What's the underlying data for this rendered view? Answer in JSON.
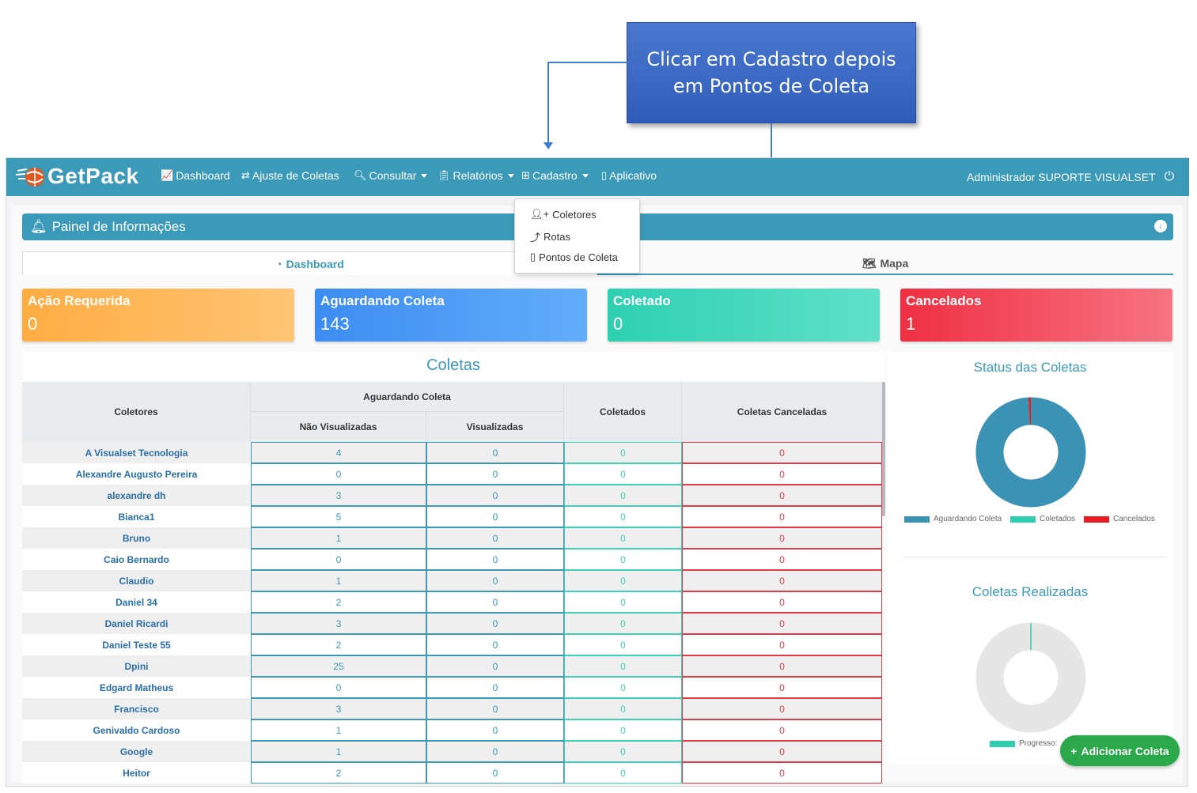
{
  "callout": {
    "text": "Clicar em Cadastro depois em Pontos de Coleta"
  },
  "navbar": {
    "brand": "GetPack",
    "items": [
      {
        "label": "Dashboard",
        "icon": "chart-area-icon"
      },
      {
        "label": "Ajuste de Coletas",
        "icon": "exchange-icon"
      },
      {
        "label": "Consultar",
        "icon": "search-icon"
      },
      {
        "label": "Relatórios",
        "icon": "clipboard-icon"
      },
      {
        "label": "Cadastro",
        "icon": "grid-icon"
      },
      {
        "label": "Aplicativo",
        "icon": "mobile-icon"
      }
    ],
    "user": "Administrador SUPORTE VISUALSET"
  },
  "dropdown": {
    "items": [
      {
        "label": "Coletores",
        "icon": "user-plus-icon"
      },
      {
        "label": "Rotas",
        "icon": "route-icon"
      },
      {
        "label": "Pontos de Coleta",
        "icon": "building-icon"
      }
    ]
  },
  "panel": {
    "title": "Painel de Informações"
  },
  "tabs": {
    "dashboard": "Dashboard",
    "map": "Mapa"
  },
  "cards": [
    {
      "title": "Ação Requerida",
      "value": "0",
      "color": "#ffb24a"
    },
    {
      "title": "Aguardando Coleta",
      "value": "143",
      "color": "#4a98f5"
    },
    {
      "title": "Coletado",
      "value": "0",
      "color": "#3fd6b8"
    },
    {
      "title": "Cancelados",
      "value": "1",
      "color": "#f04a5a"
    }
  ],
  "coletas": {
    "title": "Coletas",
    "headers": {
      "coletores": "Coletores",
      "aguardando": "Aguardando Coleta",
      "nao_visualizadas": "Não Visualizadas",
      "visualizadas": "Visualizadas",
      "coletados": "Coletados",
      "canceladas": "Coletas Canceladas"
    },
    "rows": [
      [
        "A Visualset Tecnologia",
        "4",
        "0",
        "0",
        "0"
      ],
      [
        "Alexandre Augusto Pereira",
        "0",
        "0",
        "0",
        "0"
      ],
      [
        "alexandre dh",
        "3",
        "0",
        "0",
        "0"
      ],
      [
        "Bianca1",
        "5",
        "0",
        "0",
        "0"
      ],
      [
        "Bruno",
        "1",
        "0",
        "0",
        "0"
      ],
      [
        "Caio Bernardo",
        "0",
        "0",
        "0",
        "0"
      ],
      [
        "Claudio",
        "1",
        "0",
        "0",
        "0"
      ],
      [
        "Daniel 34",
        "2",
        "0",
        "0",
        "0"
      ],
      [
        "Daniel Ricardi",
        "3",
        "0",
        "0",
        "0"
      ],
      [
        "Daniel Teste 55",
        "2",
        "0",
        "0",
        "0"
      ],
      [
        "Dpini",
        "25",
        "0",
        "0",
        "0"
      ],
      [
        "Edgard Matheus",
        "0",
        "0",
        "0",
        "0"
      ],
      [
        "Francisco",
        "3",
        "0",
        "0",
        "0"
      ],
      [
        "Genivaldo Cardoso",
        "1",
        "0",
        "0",
        "0"
      ],
      [
        "Google",
        "1",
        "0",
        "0",
        "0"
      ],
      [
        "Heitor",
        "2",
        "0",
        "0",
        "0"
      ]
    ]
  },
  "status_chart": {
    "title": "Status das Coletas",
    "legend": [
      {
        "label": "Aguardando Coleta",
        "color": "#3a92b5"
      },
      {
        "label": "Coletados",
        "color": "#2ecfb0"
      },
      {
        "label": "Cancelados",
        "color": "#e81c24"
      }
    ],
    "values": [
      143,
      0,
      1
    ]
  },
  "realizadas_chart": {
    "title": "Coletas Realizadas",
    "legend_label": "Progresso: ",
    "legend_color": "#2ecfb0",
    "progress_fraction": 0.0,
    "track_color": "#e6e6e6"
  },
  "add_button": {
    "label": "Adicionar Coleta"
  }
}
